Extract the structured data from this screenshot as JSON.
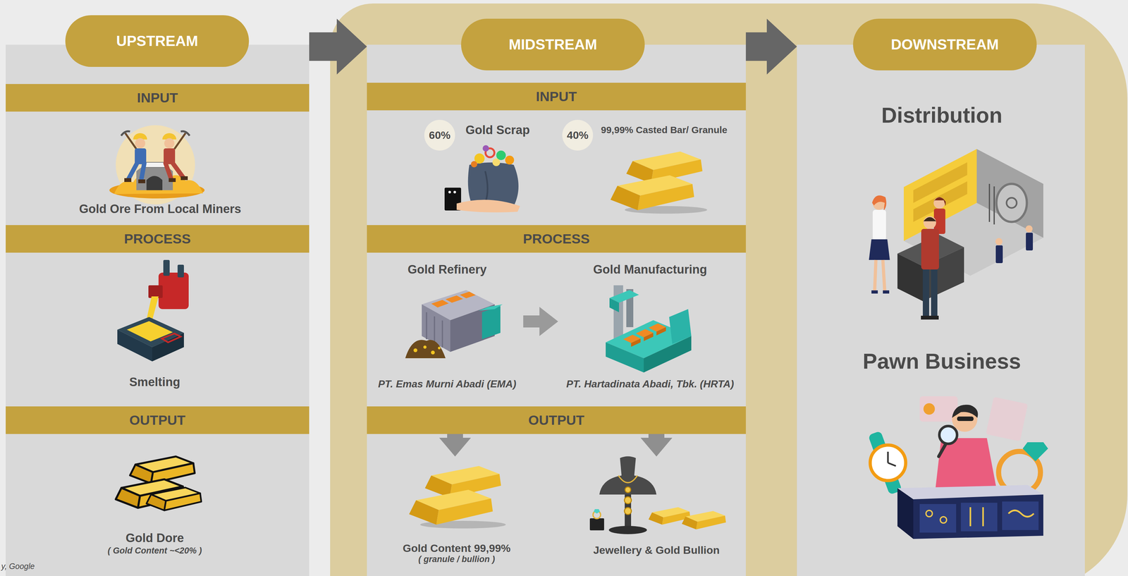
{
  "diagram": {
    "nodes": [
      {
        "text": [
          "UPSTREAM"
        ]
      },
      {
        "text": [
          "INPUT"
        ],
        "in": 0
      },
      {
        "text": [
          "Gold Ore From Local Miners"
        ],
        "in": 0
      },
      {
        "text": [
          "PROCESS"
        ],
        "in": 0
      },
      {
        "text": [
          "Smelting"
        ],
        "in": 0
      },
      {
        "text": [
          "OUTPUT"
        ],
        "in": 0
      },
      {
        "text": [
          "Gold Dore",
          "( Gold Content ~<20% )"
        ],
        "in": 0
      },
      {
        "text": [
          "MIDSTREAM"
        ]
      },
      {
        "text": [
          "INPUT"
        ],
        "in": 7
      },
      {
        "text": [
          "Gold Scrap"
        ],
        "in": 7
      },
      {
        "text": [
          "60%"
        ],
        "in": 9
      },
      {
        "text": [
          "99,99% Casted Bar/ Granule"
        ],
        "in": 7
      },
      {
        "text": [
          "40%"
        ],
        "in": 11
      },
      {
        "text": [
          "PROCESS"
        ],
        "in": 7
      },
      {
        "text": [
          "Gold Refinery",
          "PT. Emas Murni Abadi (EMA)"
        ],
        "in": 7
      },
      {
        "text": [
          "Gold Manufacturing",
          "PT. Hartadinata Abadi, Tbk. (HRTA)"
        ],
        "in": 7
      },
      {
        "text": [
          "OUTPUT"
        ],
        "in": 7
      },
      {
        "text": [
          "Gold Content 99,99%",
          "( granule / bullion )"
        ],
        "in": 7
      },
      {
        "text": [
          "Jewellery & Gold Bullion"
        ],
        "in": 7
      },
      {
        "text": [
          "DOWNSTREAM"
        ]
      },
      {
        "text": [
          "Distribution"
        ],
        "in": 19
      },
      {
        "text": [
          "Pawn Business"
        ],
        "in": 19
      }
    ],
    "edges": [
      {
        "from": 0,
        "to": 7,
        "arrow": "to"
      },
      {
        "from": 7,
        "to": 19,
        "arrow": "to"
      },
      {
        "from": 14,
        "to": 15,
        "arrow": "to"
      },
      {
        "from": 14,
        "to": 17,
        "arrow": "to"
      },
      {
        "from": 15,
        "to": 18,
        "arrow": "to"
      }
    ],
    "labels": [
      "y, Google"
    ]
  }
}
